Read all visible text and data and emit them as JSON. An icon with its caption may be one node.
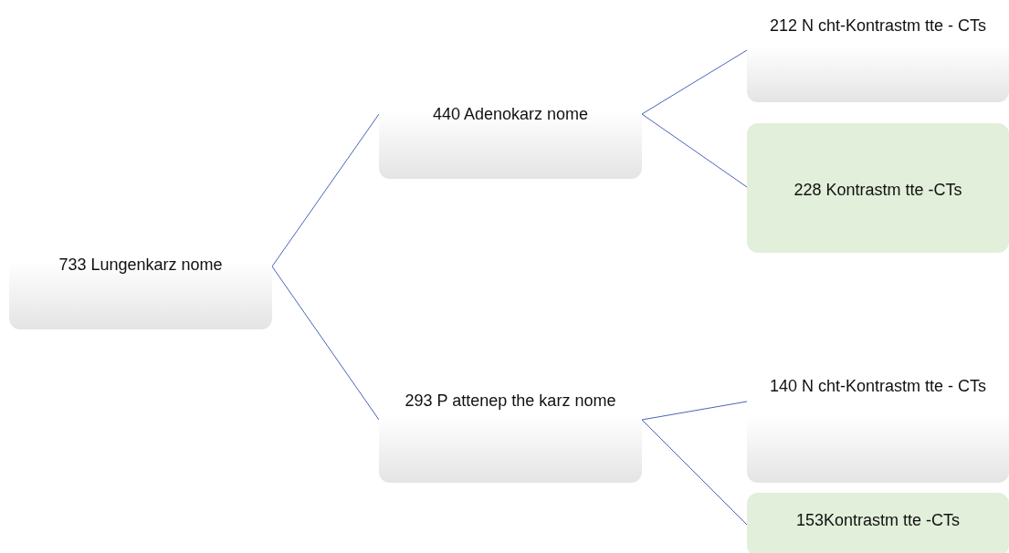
{
  "diagram": {
    "nodes": [
      {
        "text": [
          "733 Lungenkarz nome"
        ]
      },
      {
        "text": [
          "440 Adenokarz nome"
        ]
      },
      {
        "text": [
          "212 N cht-Kontrastm tte - CTs"
        ]
      },
      {
        "text": [
          "228 Kontrastm tte -CTs"
        ]
      },
      {
        "text": [
          "293 P attenep the karz nome"
        ]
      },
      {
        "text": [
          "140 N cht-Kontrastm tte - CTs"
        ]
      },
      {
        "text": [
          "153Kontrastm tte -CTs"
        ]
      }
    ],
    "edges": [
      {
        "from": 0,
        "to": 1,
        "arrow": "none"
      },
      {
        "from": 0,
        "to": 4,
        "arrow": "none"
      },
      {
        "from": 1,
        "to": 2,
        "arrow": "none"
      },
      {
        "from": 1,
        "to": 3,
        "arrow": "none"
      },
      {
        "from": 4,
        "to": 5,
        "arrow": "none"
      },
      {
        "from": 4,
        "to": 6,
        "arrow": "none"
      }
    ]
  }
}
